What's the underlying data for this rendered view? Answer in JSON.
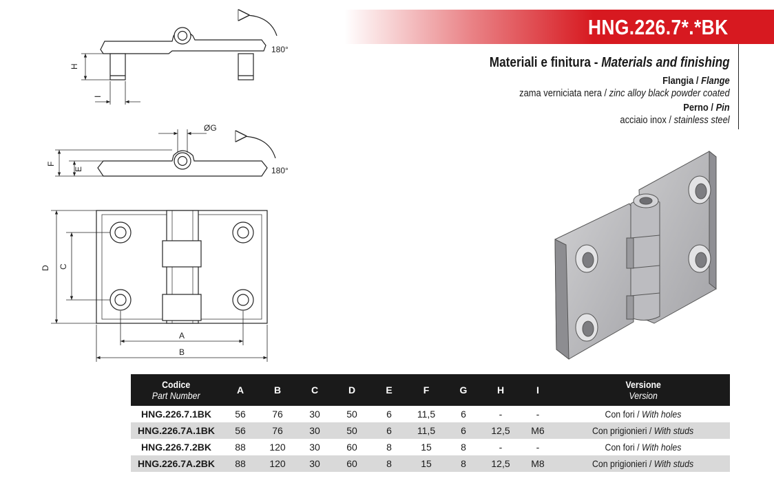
{
  "header": {
    "title": "HNG.226.7*.*BK",
    "accent_color": "#d71920"
  },
  "materials": {
    "heading_it": "Materiali e finitura -",
    "heading_en": "Materials and finishing",
    "flange_label_it": "Flangia",
    "flange_label_en": "Flange",
    "flange_text_it": "zama verniciata nera",
    "flange_text_en": "zinc alloy black powder coated",
    "pin_label_it": "Perno",
    "pin_label_en": "Pin",
    "pin_text_it": "acciaio inox",
    "pin_text_en": "stainless steel"
  },
  "drawing": {
    "rotation_label_top": "180°",
    "rotation_label_mid": "180°",
    "dim_H": "H",
    "dim_I": "I",
    "dim_G": "ØG",
    "dim_F": "F",
    "dim_E": "E",
    "dim_D": "D",
    "dim_C": "C",
    "dim_A": "A",
    "dim_B": "B"
  },
  "table": {
    "headers": {
      "code_it": "Codice",
      "code_en": "Part Number",
      "A": "A",
      "B": "B",
      "C": "C",
      "D": "D",
      "E": "E",
      "F": "F",
      "G": "G",
      "H": "H",
      "I": "I",
      "version_it": "Versione",
      "version_en": "Version"
    },
    "rows": [
      {
        "code": "HNG.226.7.1BK",
        "A": "56",
        "B": "76",
        "C": "30",
        "D": "50",
        "E": "6",
        "F": "11,5",
        "G": "6",
        "H": "-",
        "I": "-",
        "version_it": "Con fori",
        "version_en": "With holes"
      },
      {
        "code": "HNG.226.7A.1BK",
        "A": "56",
        "B": "76",
        "C": "30",
        "D": "50",
        "E": "6",
        "F": "11,5",
        "G": "6",
        "H": "12,5",
        "I": "M6",
        "version_it": "Con prigionieri",
        "version_en": "With studs"
      },
      {
        "code": "HNG.226.7.2BK",
        "A": "88",
        "B": "120",
        "C": "30",
        "D": "60",
        "E": "8",
        "F": "15",
        "G": "8",
        "H": "-",
        "I": "-",
        "version_it": "Con fori",
        "version_en": "With holes"
      },
      {
        "code": "HNG.226.7A.2BK",
        "A": "88",
        "B": "120",
        "C": "30",
        "D": "60",
        "E": "8",
        "F": "15",
        "G": "8",
        "H": "12,5",
        "I": "M8",
        "version_it": "Con prigionieri",
        "version_en": "With studs"
      }
    ]
  }
}
